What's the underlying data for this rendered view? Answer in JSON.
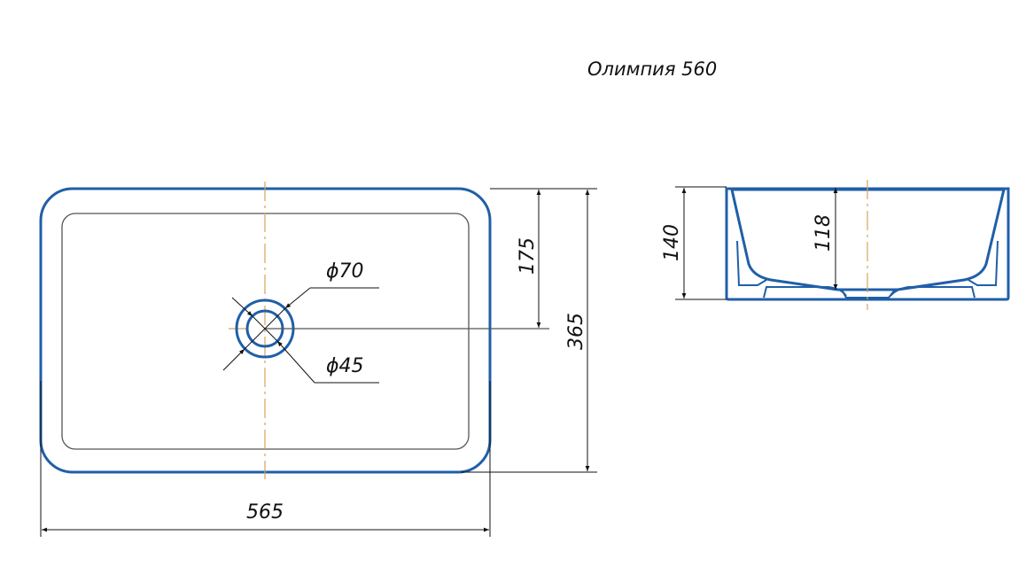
{
  "title": "Олимпия 560",
  "top_view": {
    "width_label": "565",
    "depth_label": "365",
    "drain_offset_label": "175",
    "drain_outer_label": "ϕ70",
    "drain_inner_label": "ϕ45"
  },
  "section_view": {
    "height_label": "140",
    "inner_depth_label": "118"
  },
  "colors": {
    "outline": "#1f5fa8",
    "centerline": "#d9a25a"
  }
}
